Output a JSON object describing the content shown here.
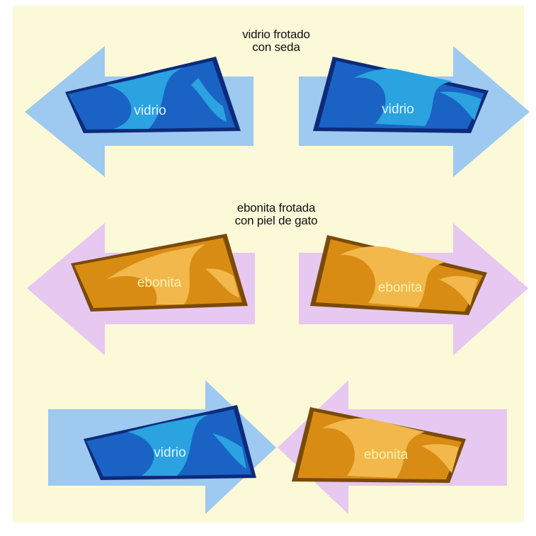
{
  "captions": {
    "glass_rub": [
      "vidrio frotado",
      "con seda"
    ],
    "ebonite_rub": [
      "ebonita frotada",
      "con piel de gato"
    ]
  },
  "labels": {
    "glass": "vidrio",
    "ebonite": "ebonita"
  },
  "colors": {
    "background": "#fcf9d9",
    "blue_arrow": "#9ec9f0",
    "lavender_arrow": "#e6c8f1",
    "glass_dark": "#0d2b7a",
    "glass_mid": "#1a63c4",
    "glass_light": "#2aa3e0",
    "ebonite_dark": "#7a4a08",
    "ebonite_mid": "#d98c14",
    "ebonite_light": "#f2b84b",
    "label_glass": "#dff2ff",
    "label_ebonite": "#fff2b0"
  }
}
